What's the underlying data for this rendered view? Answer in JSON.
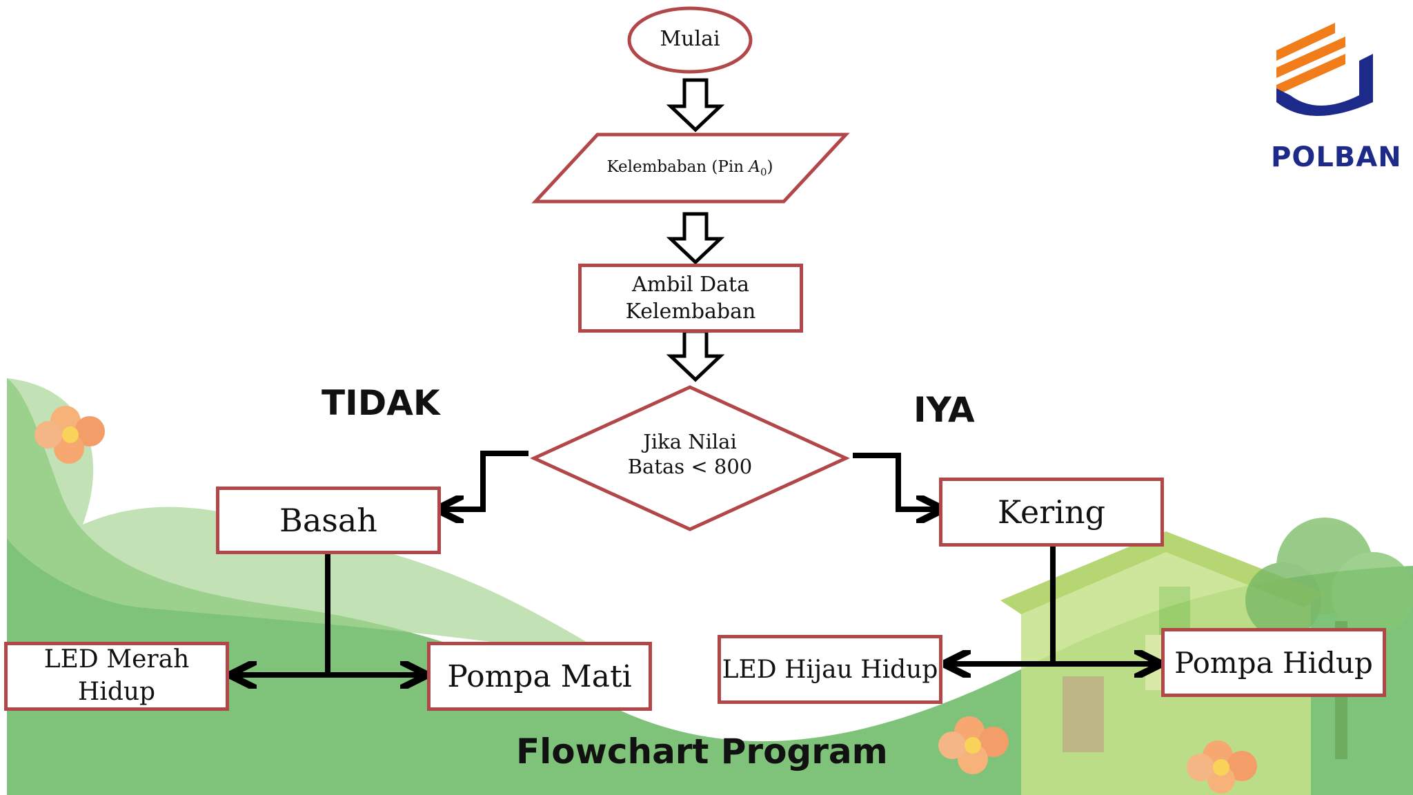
{
  "logo": {
    "text": "POLBAN"
  },
  "nodes": {
    "start": "Mulai",
    "input": {
      "text": "Kelembaban (Pin ",
      "var": "A",
      "sub": "0",
      "close": ")"
    },
    "process": [
      "Ambil Data",
      "Kelembaban"
    ],
    "decision": [
      "Jika Nilai",
      "Batas < 800"
    ],
    "left_state": "Basah",
    "right_state": "Kering",
    "left_led": [
      "LED Merah",
      "Hidup"
    ],
    "left_pump": "Pompa Mati",
    "right_led": "LED Hijau Hidup",
    "right_pump": "Pompa Hidup"
  },
  "branches": {
    "no": "TIDAK",
    "yes": "IYA"
  },
  "title": "Flowchart Program",
  "colors": {
    "node_border": "#b2474a",
    "landscape_green": "#7fc27a",
    "logo_orange": "#f07c1a",
    "logo_blue": "#1d2a8a"
  }
}
